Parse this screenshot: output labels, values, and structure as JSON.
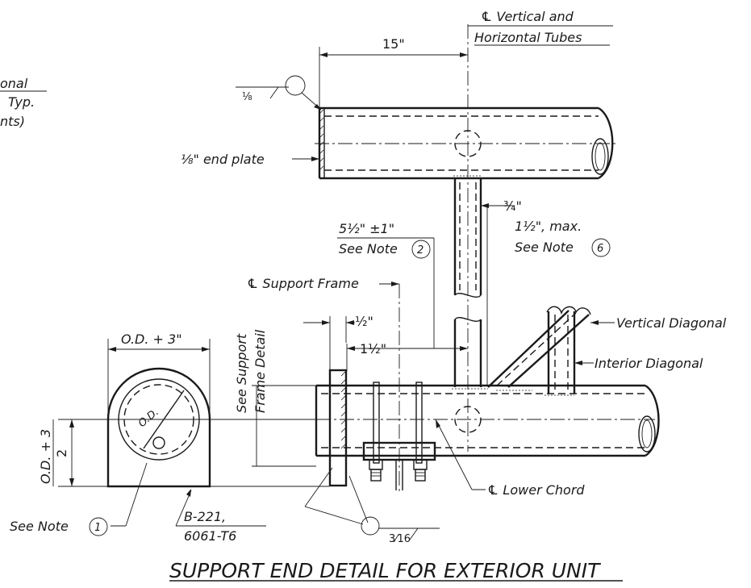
{
  "labels": {
    "cl_vertical_1": "℄ Vertical and",
    "cl_vertical_2": "Horizontal Tubes",
    "dim_15": "15\"",
    "partial_1": "onal",
    "partial_2": "Typ.",
    "partial_3": "nts)",
    "weld_1_8": "⅛",
    "end_plate": "⅛\" end plate",
    "dim_3_4": "¾\"",
    "max_1_1_2": "1½\", max.",
    "see_note_6": "See Note",
    "note_6_num": "6",
    "dim_5_1_2": "5½\" ±1\"",
    "see_note_2": "See Note",
    "note_2_num": "2",
    "cl_support_frame": "℄ Support Frame",
    "dim_1_2": "½\"",
    "dim_1_1_2": "1½\"",
    "see_support_1": "See Support",
    "see_support_2": "Frame Detail",
    "vertical_diagonal": "Vertical Diagonal",
    "interior_diagonal": "Interior Diagonal",
    "od_plus_3": "O.D. + 3\"",
    "od": "O.D.",
    "od_plus_3_frac": "O.D. + 3",
    "frac_2": "2",
    "see_note_1": "See Note",
    "note_1_num": "1",
    "b221": "B-221,",
    "alloy": "6061-T6",
    "cl_lower_chord": "℄ Lower Chord",
    "weld_3_16": "3⁄16",
    "title": "SUPPORT END DETAIL FOR EXTERIOR UNIT"
  }
}
